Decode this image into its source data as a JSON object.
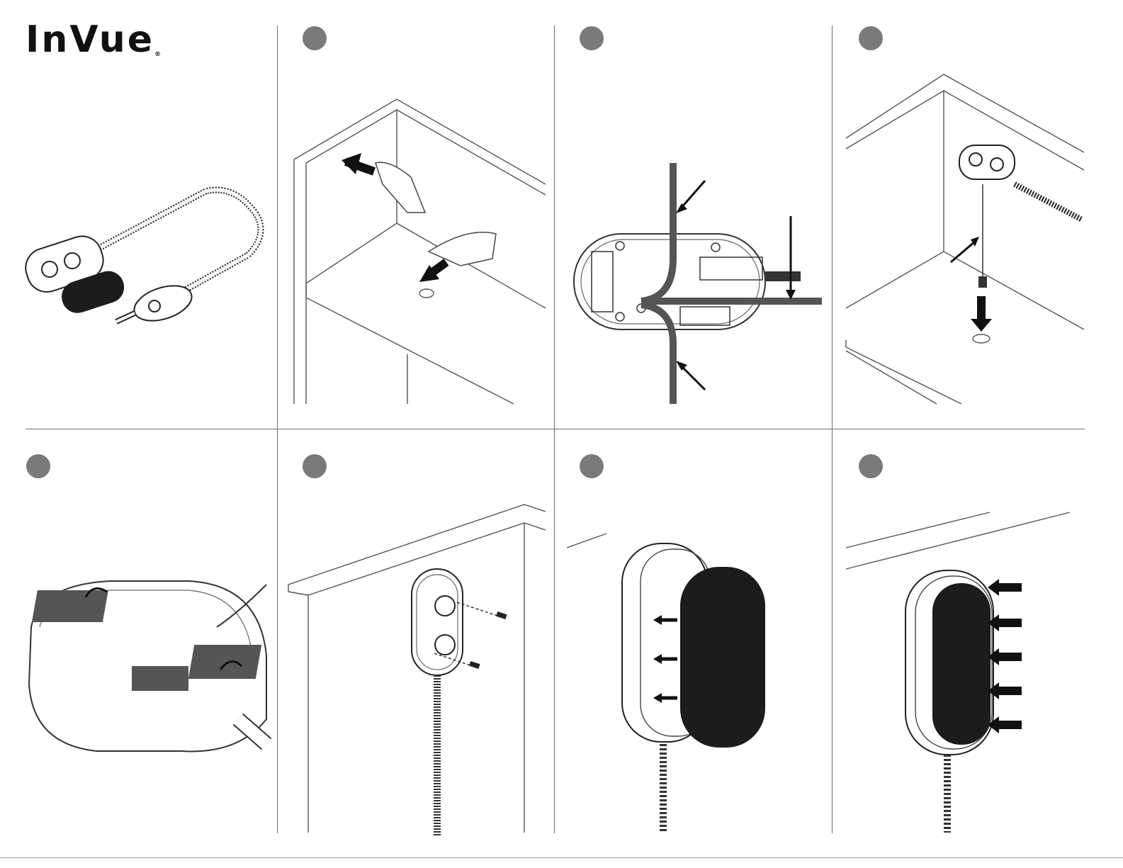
{
  "brand": {
    "logo_text": "InVue",
    "registered_mark": "®"
  },
  "steps": [
    {
      "id": 1,
      "scene": "cabinet-hand-peel"
    },
    {
      "id": 2,
      "scene": "base-cable-route"
    },
    {
      "id": 3,
      "scene": "cable-drop-through-hole"
    },
    {
      "id": 4,
      "scene": "base-adhesive-peel"
    },
    {
      "id": 5,
      "scene": "wall-screw-mount"
    },
    {
      "id": 6,
      "scene": "pad-attach"
    },
    {
      "id": 7,
      "scene": "pad-press"
    }
  ],
  "colors": {
    "line": "#6f6f6f",
    "dot": "#7a7a7a",
    "ink": "#111111",
    "pad": "#1c1c1c"
  }
}
